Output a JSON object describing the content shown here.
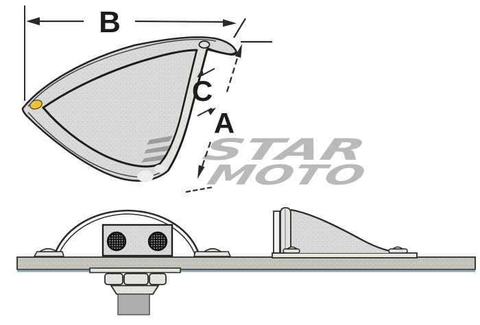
{
  "drawing": {
    "kind": "clam-shell-vent-technical-drawing",
    "labels": {
      "b": "B",
      "a": "A",
      "c": "C"
    },
    "watermark": {
      "line1": "STAR",
      "line2": "MOTO",
      "color": "#b2b2b2"
    },
    "colors": {
      "background": "#ffffff",
      "line": "#242424",
      "shell_fill": "#d8dbd7",
      "shell_stipple": "#b7bdb8",
      "deck_fill": "#c7c6be",
      "deck_bottom_edge": "#8ba4b0",
      "screw_hole_yellow": "#e8c33c",
      "vent_mesh_dark": "#141414"
    }
  }
}
